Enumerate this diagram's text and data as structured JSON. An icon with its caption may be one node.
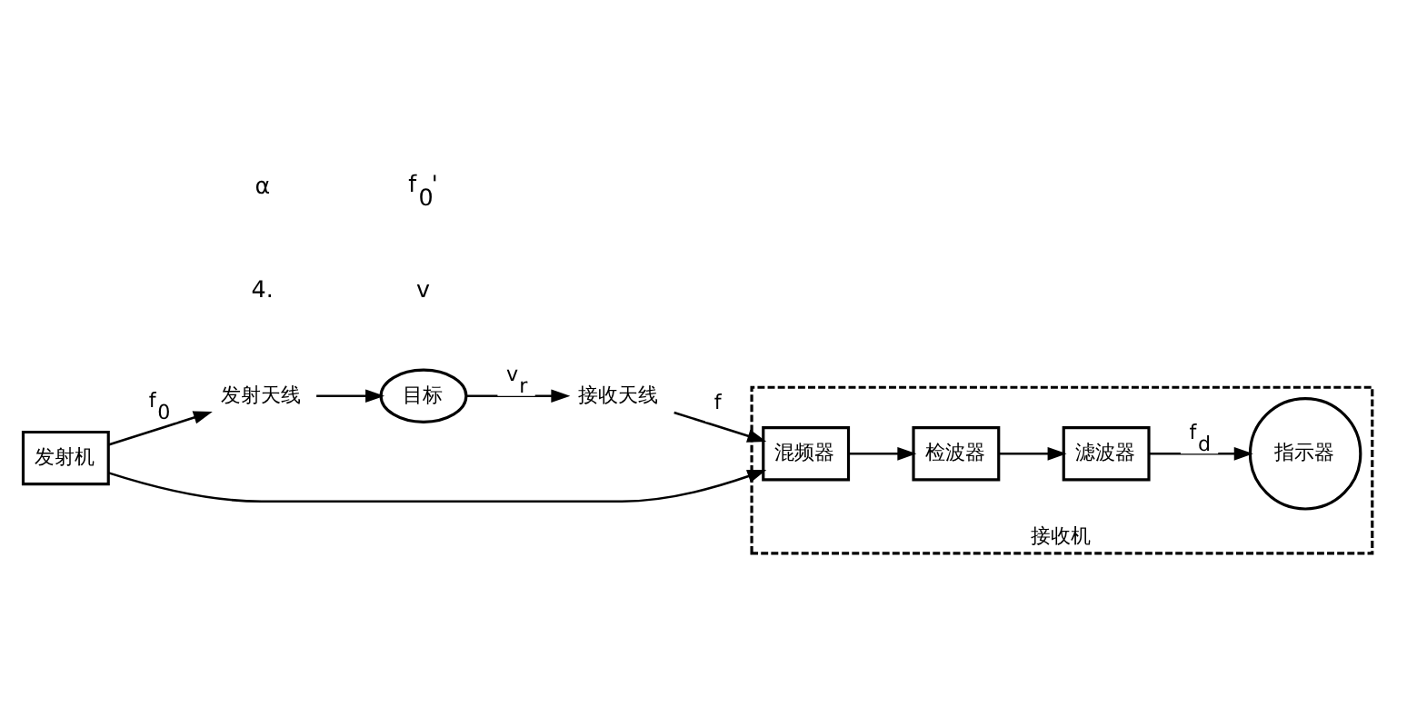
{
  "diagram": {
    "nodes": [
      {
        "text": [
          "发射天线"
        ]
      },
      {
        "text": [
          "目标"
        ]
      },
      {
        "text": [
          "接收天线"
        ]
      },
      {
        "text": [
          "接收机"
        ]
      },
      {
        "text": [
          "发射机"
        ]
      },
      {
        "text": [
          "混频器"
        ],
        "in": 3
      },
      {
        "text": [
          "检波器"
        ],
        "in": 3
      },
      {
        "text": [
          "滤波器"
        ],
        "in": 3
      },
      {
        "text": [
          "指示器"
        ],
        "in": 3
      }
    ],
    "edges": [
      {
        "from": 4,
        "to": 0,
        "arrow": "to",
        "label": "f$_{0}$"
      },
      {
        "from": 0,
        "to": 1,
        "arrow": "to"
      },
      {
        "from": 1,
        "to": 2,
        "arrow": "to",
        "label": "v$_{r}$"
      },
      {
        "from": 2,
        "to": 5,
        "arrow": "to",
        "label": "f"
      },
      {
        "from": 4,
        "to": 5,
        "arrow": "to"
      },
      {
        "from": 5,
        "to": 6,
        "arrow": "to"
      },
      {
        "from": 6,
        "to": 7,
        "arrow": "to"
      },
      {
        "from": 7,
        "to": 8,
        "arrow": "to",
        "label": "f$_{d}$"
      }
    ],
    "labels": [
      "4.",
      "v",
      "f$_{0}$'",
      "α"
    ]
  }
}
